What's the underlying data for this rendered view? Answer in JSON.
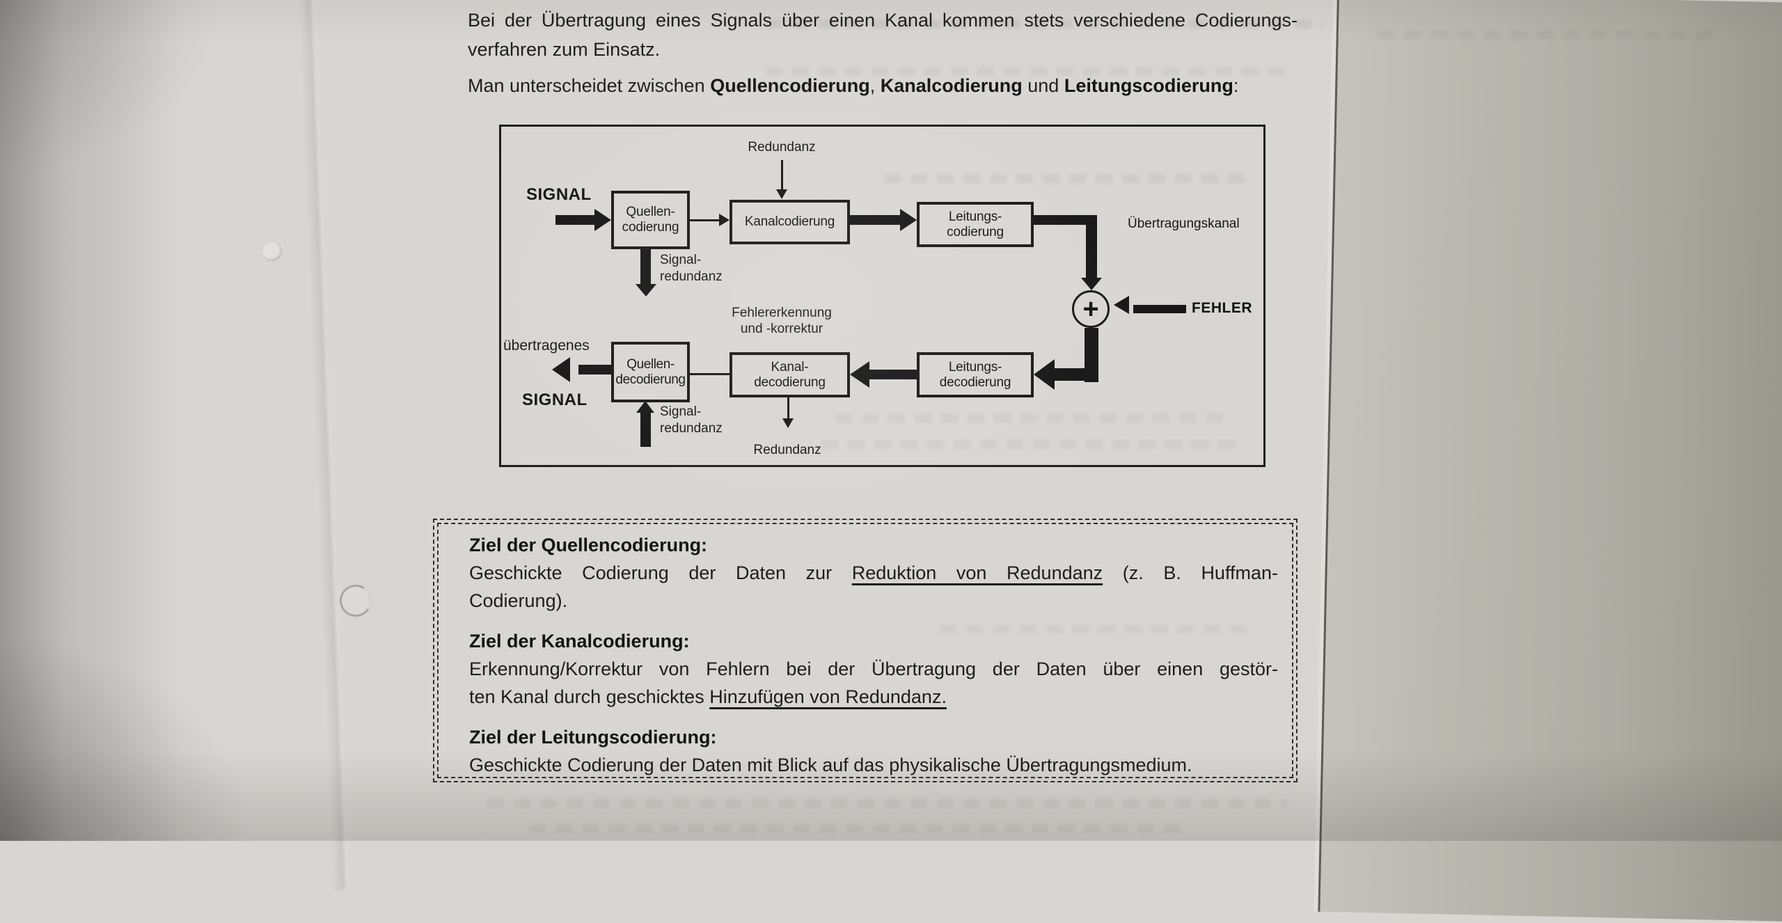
{
  "intro": {
    "line1": "Bei der Übertragung eines Signals über einen Kanal kommen stets verschiedene Codierungs-",
    "line2": "verfahren zum Einsatz.",
    "m_prefix": "Man unterscheidet zwischen ",
    "m_bold1": "Quellencodierung",
    "m_sep1": ", ",
    "m_bold2": "Kanalcodierung",
    "m_sep2": " und ",
    "m_bold3": "Leitungscodierung",
    "m_suffix": ":"
  },
  "diagram": {
    "signal_in": "SIGNAL",
    "source_coding": [
      "Quellen-",
      "codierung"
    ],
    "channel_coding": "Kanalcodierung",
    "line_coding": [
      "Leitungs-",
      "codierung"
    ],
    "redundancy_top": "Redundanz",
    "signal_redundancy_enc": [
      "Signal-",
      "redundanz"
    ],
    "transmission_channel": "Übertragungskanal",
    "error_label": "FEHLER",
    "plus_sign": "+",
    "error_detection": [
      "Fehlererkennung",
      "und  -korrektur"
    ],
    "line_decoding": [
      "Leitungs-",
      "decodierung"
    ],
    "channel_decoding": [
      "Kanal-",
      "decodierung"
    ],
    "source_decoding": [
      "Quellen-",
      "decodierung"
    ],
    "transmitted_label": "übertragenes",
    "signal_out": "SIGNAL",
    "signal_redundancy_dec": [
      "Signal-",
      "redundanz"
    ],
    "redundancy_bottom": "Redundanz"
  },
  "goals": [
    {
      "heading": "Ziel der Quellencodierung:",
      "l1a": "Geschickte Codierung der Daten zur ",
      "l1u": "Reduktion von Redundanz",
      "l1b": " (z. B. Huffman-",
      "l2": "Codierung)."
    },
    {
      "heading": "Ziel der Kanalcodierung:",
      "l1": "Erkennung/Korrektur von Fehlern bei der Übertragung der Daten über einen gestör-",
      "l2a": "ten Kanal durch geschicktes ",
      "l2u": "Hinzufügen von Redundanz."
    },
    {
      "heading": "Ziel der Leitungscodierung:",
      "l1": "Geschickte Codierung der Daten mit Blick auf das physikalische Übertragungsmedium."
    }
  ]
}
